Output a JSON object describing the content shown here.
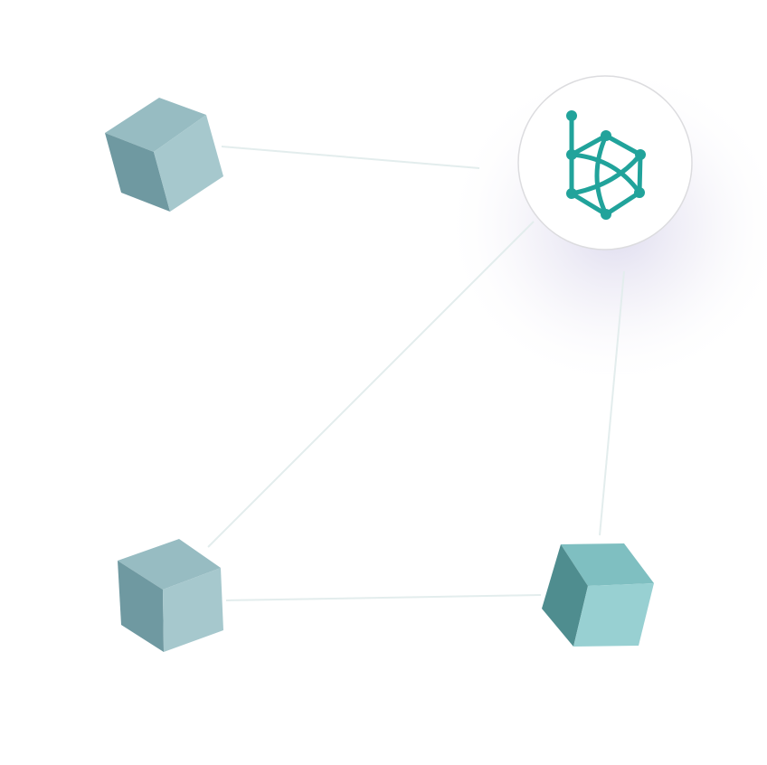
{
  "diagram": {
    "hub": {
      "icon": "network-cube-logo-icon",
      "color": "#21a39b"
    },
    "nodes": [
      {
        "id": "cube-top-left",
        "icon": "cube-icon"
      },
      {
        "id": "cube-bottom-left",
        "icon": "cube-icon"
      },
      {
        "id": "cube-bottom-right",
        "icon": "cube-icon"
      }
    ],
    "connections": [
      [
        "cube-top-left",
        "hub"
      ],
      [
        "hub",
        "cube-bottom-left"
      ],
      [
        "hub",
        "cube-bottom-right"
      ],
      [
        "cube-bottom-left",
        "cube-bottom-right"
      ]
    ],
    "colors": {
      "cube": "#8fb9bf",
      "cube_accent": "#79c2c4",
      "line": "#e3eeee"
    }
  }
}
